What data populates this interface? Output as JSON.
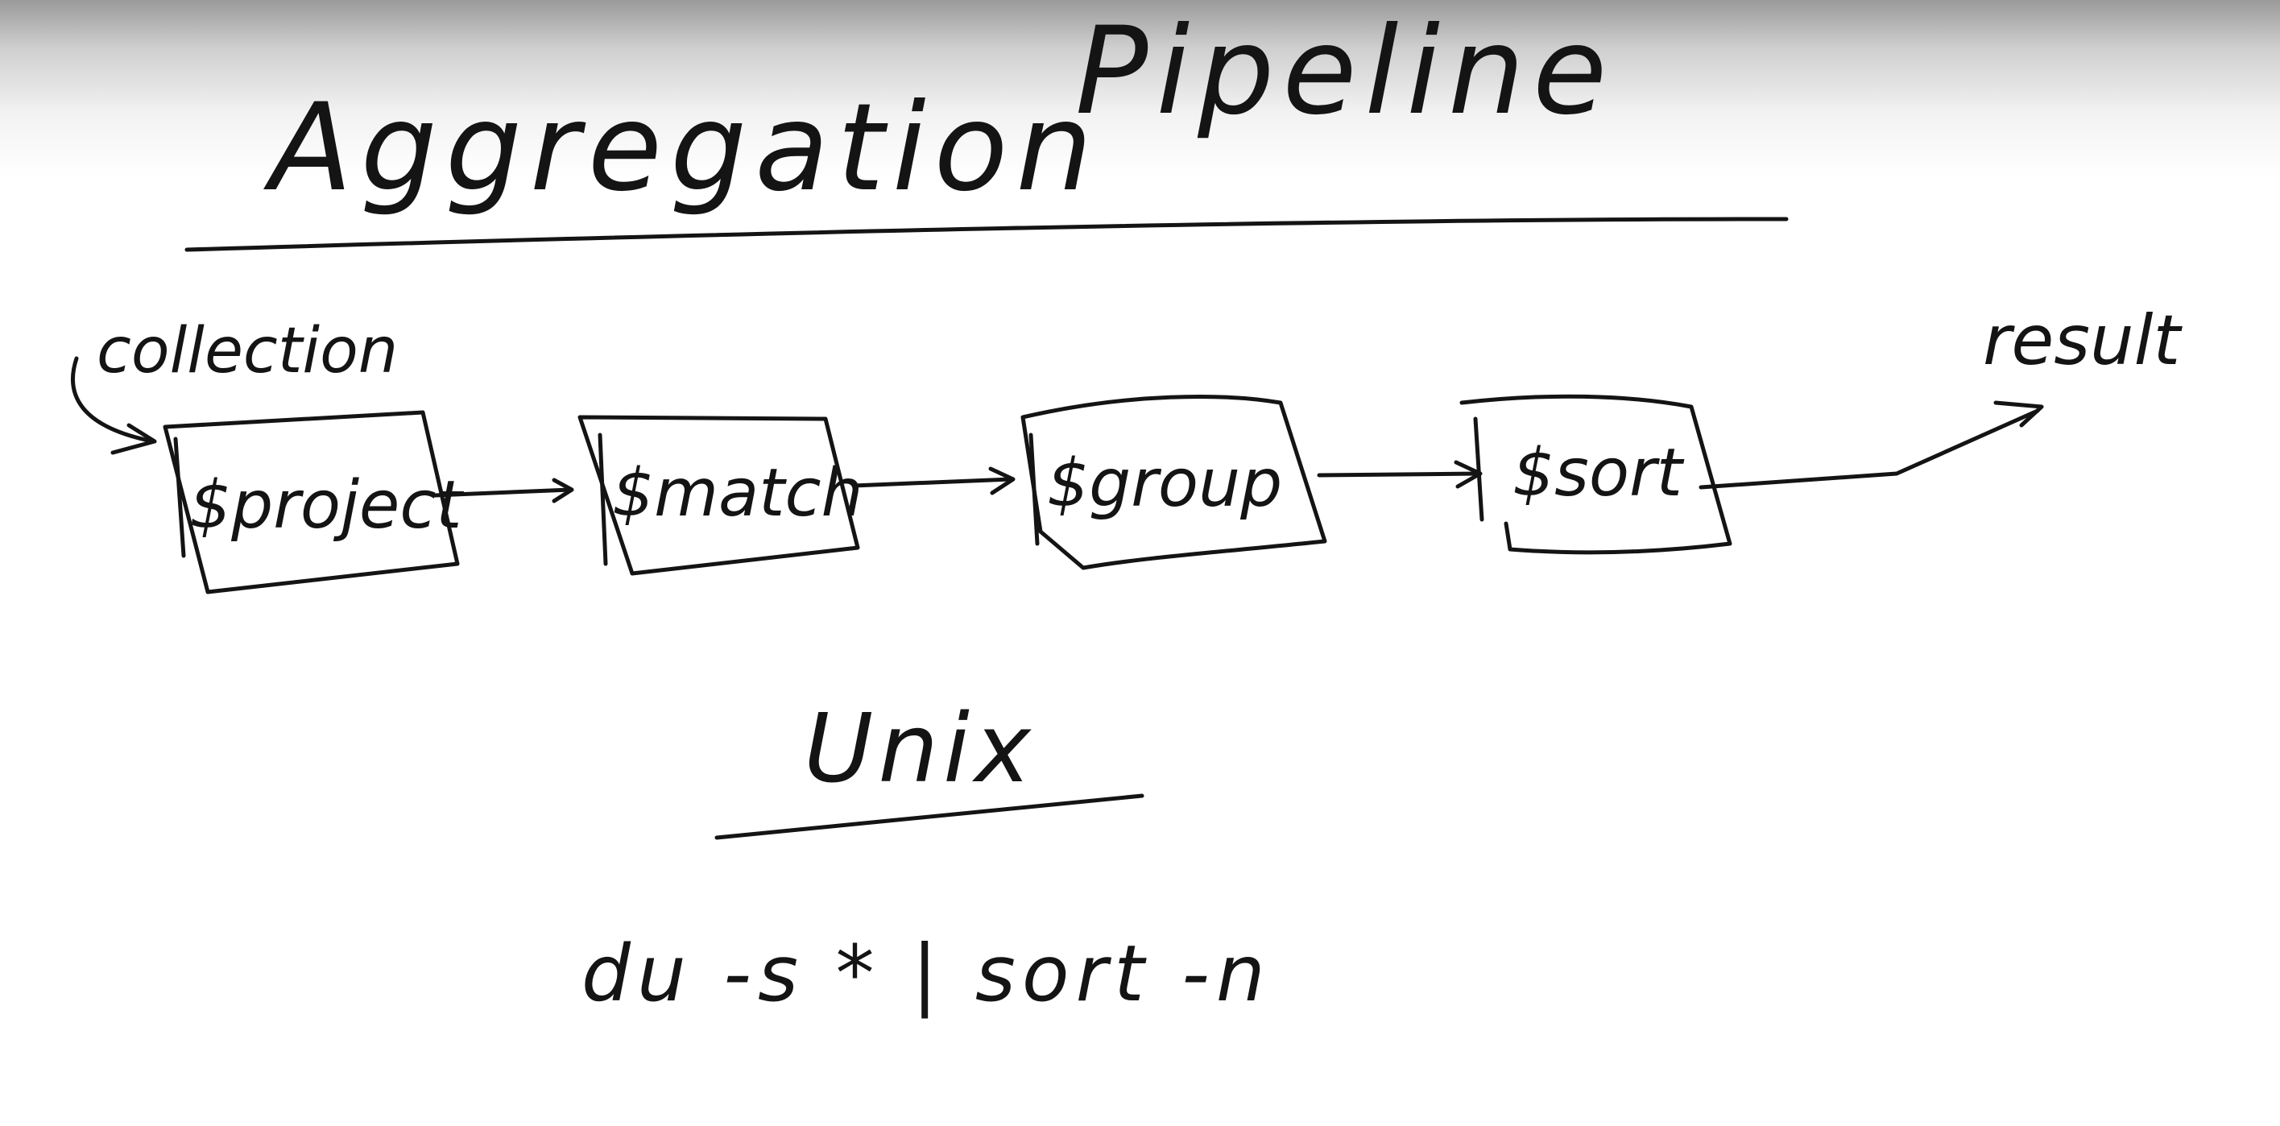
{
  "title_left": "Aggregation",
  "title_right": "Pipeline",
  "input_label": "collection",
  "output_label": "result",
  "stages": [
    {
      "label": "$project"
    },
    {
      "label": "$match"
    },
    {
      "label": "$group"
    },
    {
      "label": "$sort"
    }
  ],
  "subtitle": "Unix",
  "command": "du -s * | sort -n",
  "colors": {
    "ink": "#141414",
    "board": "#ffffff"
  }
}
